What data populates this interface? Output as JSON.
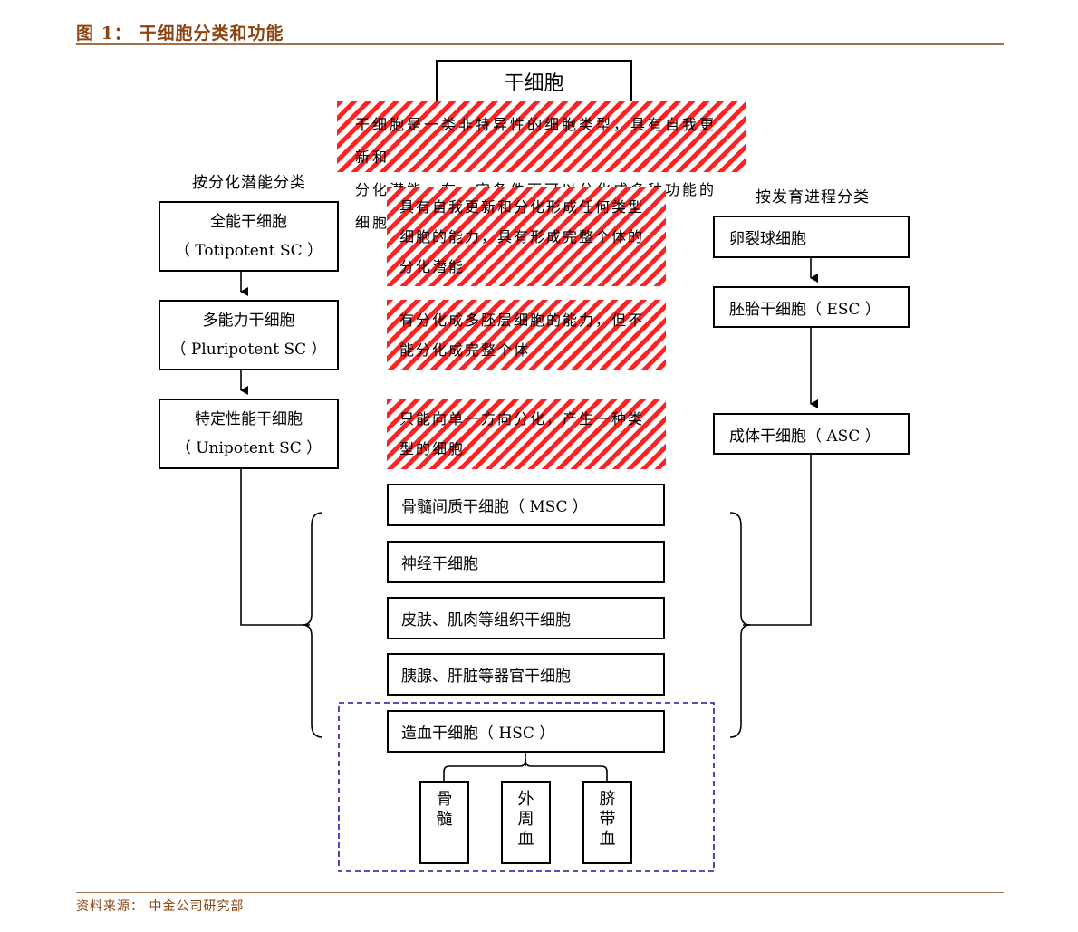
{
  "figure_title": "图 1：  干细胞分类和功能",
  "root_label": "干细胞",
  "definition": [
    "干细胞是一类非特异性的细胞类型，具有自我更新和",
    "分化潜能，在一定条件下可以分化成多种功能的细胞"
  ],
  "left_heading": "按分化潜能分类",
  "right_heading": "按发育进程分类",
  "potency": [
    {
      "name": "全能干细胞",
      "en": "（ Totipotent SC ）",
      "desc": [
        "具有自我更新和分化形成任何类型",
        "细胞的能力，具有形成完整个体的",
        "分化潜能"
      ]
    },
    {
      "name": "多能力干细胞",
      "en": "（ Pluripotent SC ）",
      "desc": [
        "有分化成多胚层细胞的能力，但不",
        "能分化成完整个体"
      ]
    },
    {
      "name": "特定性能干细胞",
      "en": "（ Unipotent SC ）",
      "desc": [
        "只能向单一方向分化，产生一种类",
        "型的细胞"
      ]
    }
  ],
  "development": [
    "卵裂球细胞",
    "胚胎干细胞（ ESC ）",
    "成体干细胞（ ASC ）"
  ],
  "adult_types": [
    "骨髓间质干细胞（ MSC ）",
    "神经干细胞",
    "皮肤、肌肉等组织干细胞",
    "胰腺、肝脏等器官干细胞",
    "造血干细胞（ HSC ）"
  ],
  "hsc_sources": [
    [
      "骨",
      "髓"
    ],
    [
      "外",
      "周",
      "血"
    ],
    [
      "脐",
      "带",
      "血"
    ]
  ],
  "source_note": "资料来源：  中金公司研究部",
  "colors": {
    "accent": "#8b4513",
    "hatch": "#ff2222",
    "dashed": "#1a1aa6"
  }
}
